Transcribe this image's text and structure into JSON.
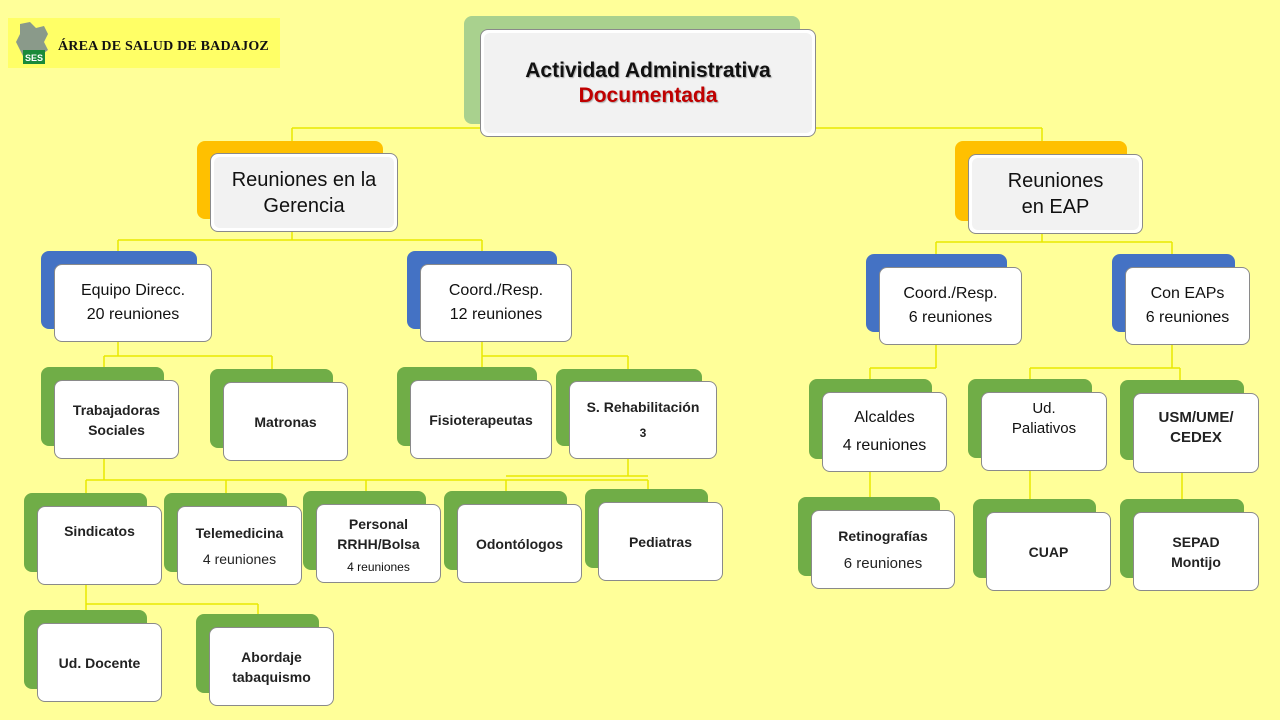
{
  "header": {
    "org_name": "ÁREA DE SALUD DE BADAJOZ",
    "logo_text": "SES",
    "logo_icon": "extremadura-map-icon"
  },
  "colors": {
    "background": "#FFFF99",
    "logo_band": "#FFFF66",
    "root_back": "#A9D18E",
    "level1_back": "#FFC000",
    "level2_back": "#4472C4",
    "level3_back": "#70AD47",
    "connector": "#FFFF00",
    "title_accent": "#C00000"
  },
  "root": {
    "line1": "Actividad Administrativa",
    "line2": "Documentada"
  },
  "gerencia": {
    "label": "Reuniones en la Gerencia",
    "equipo": {
      "line1": "Equipo Direcc.",
      "line2": "20 reuniones"
    },
    "coord": {
      "line1": "Coord./Resp.",
      "line2": "12 reuniones"
    },
    "trabajadoras": {
      "line1": "Trabajadoras Sociales"
    },
    "matronas": {
      "line1": "Matronas"
    },
    "fisioterapeutas": {
      "line1": "Fisioterapeutas"
    },
    "rehabilitacion": {
      "line1": "S. Rehabilitación",
      "line2": "3"
    },
    "sindicatos": {
      "line1": "Sindicatos"
    },
    "telemedicina": {
      "line1": "Telemedicina",
      "line2": "4 reuniones"
    },
    "personal": {
      "line1": "Personal RRHH/Bolsa",
      "line2": "4 reuniones"
    },
    "odontologos": {
      "line1": "Odontólogos"
    },
    "pediatras": {
      "line1": "Pediatras"
    },
    "docente": {
      "line1": "Ud. Docente"
    },
    "tabaquismo": {
      "line1": "Abordaje tabaquismo"
    }
  },
  "eap": {
    "label": "Reuniones en EAP",
    "coord": {
      "line1": "Coord./Resp.",
      "line2": "6 reuniones"
    },
    "con_eaps": {
      "line1": "Con EAPs",
      "line2": "6 reuniones"
    },
    "alcaldes": {
      "line1": "Alcaldes",
      "line2": "4 reuniones"
    },
    "paliativos": {
      "line1": "Ud. Paliativos"
    },
    "usm": {
      "line1": "USM/UME/ CEDEX"
    },
    "retinografias": {
      "line1": "Retinografías",
      "line2": "6 reuniones"
    },
    "cuap": {
      "line1": "CUAP"
    },
    "sepad": {
      "line1": "SEPAD Montijo"
    }
  }
}
